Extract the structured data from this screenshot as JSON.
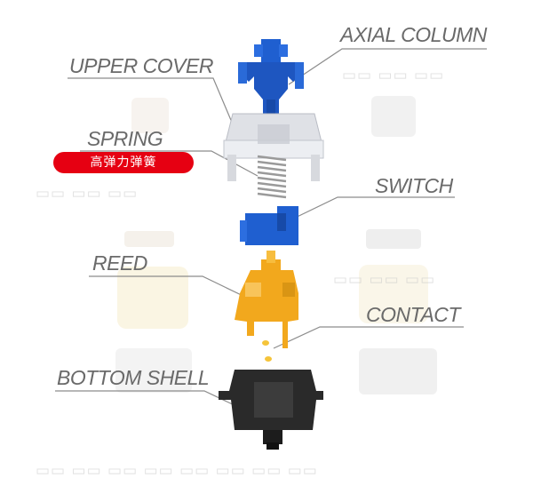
{
  "labels": {
    "axial_column": "AXIAL COLUMN",
    "upper_cover": "UPPER COVER",
    "spring": "SPRING",
    "spring_cn": "高弹力弹簧",
    "switch": "SWITCH",
    "reed": "REED",
    "contact": "CONTACT",
    "bottom_shell": "BOTTOM SHELL"
  },
  "colors": {
    "stem": "#1f5fd0",
    "slider": "#1f5fd0",
    "reed": "#f2a81d",
    "contact": "#f5c43a",
    "housing_top": "#d9dbe0",
    "housing_bottom": "#2a2a2a",
    "badge": "#e60012",
    "label_text": "#6a6a6a"
  }
}
